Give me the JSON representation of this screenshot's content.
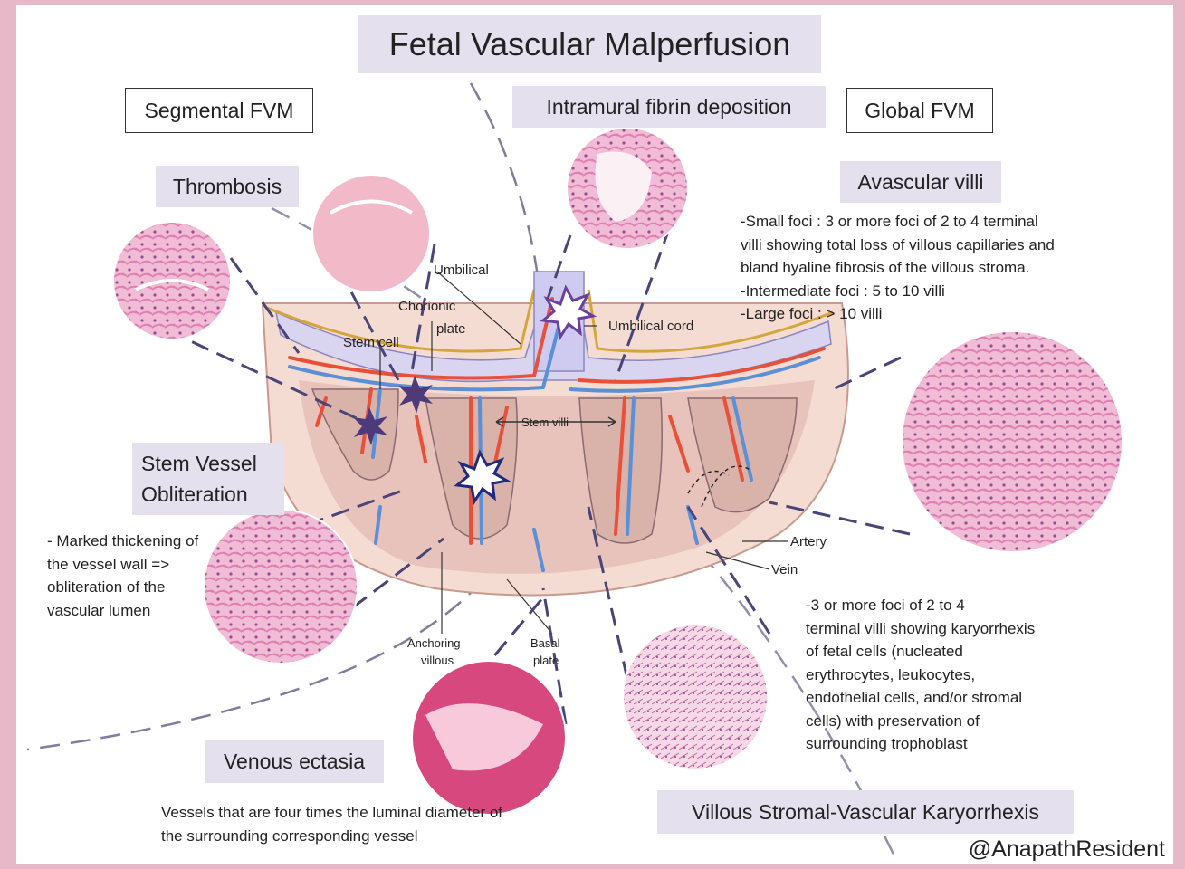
{
  "title": "Fetal Vascular Malperfusion",
  "sections": {
    "segmental": "Segmental FVM",
    "intramural": "Intramural fibrin deposition",
    "global": "Global FVM"
  },
  "thrombosis": {
    "heading": "Thrombosis"
  },
  "avascular_villi": {
    "heading": "Avascular villi",
    "text": "-Small foci : 3 or more  foci of 2 to 4 terminal\nvilli showing total loss of villous capillaries and\nbland hyaline fibrosis of the villous stroma.\n-Intermediate foci : 5 to 10 villi\n-Large foci : > 10 villi"
  },
  "stem_vessel": {
    "heading": "Stem Vessel\nObliteration",
    "text": "- Marked thickening of\nthe vessel wall =>\nobliteration of the\nvascular lumen"
  },
  "venous_ectasia": {
    "heading": "Venous ectasia",
    "text": "Vessels that are four times the luminal diameter of\nthe surrounding corresponding vessel"
  },
  "karyorrhexis": {
    "heading": "Villous Stromal-Vascular Karyorrhexis",
    "text": "-3 or more  foci of 2 to 4\nterminal villi showing karyorrhexis\nof fetal cells (nucleated\nerythrocytes, leukocytes,\nendothelial cells, and/or stromal\ncells) with preservation of\nsurrounding trophoblast"
  },
  "diagram_labels": {
    "umbilical": "Umbilical",
    "chorionic_plate": "Chorionic\nplate",
    "stem_cell": "Stem cell",
    "umbilical_cord": "Umbilical cord",
    "stem_villi": "Stem villi",
    "artery": "Artery",
    "vein": "Vein",
    "anchoring_villous": "Anchoring\nvillous",
    "basal_plate": "Basal\nplate"
  },
  "credit": "@AnapathResident",
  "colors": {
    "frame": "#e6b8c8",
    "label_box": "#e4e0ee",
    "artery": "#e8503a",
    "vein": "#5b8fd6",
    "tissue": "#e9c8c2",
    "dashed_line": "#4a4578"
  }
}
